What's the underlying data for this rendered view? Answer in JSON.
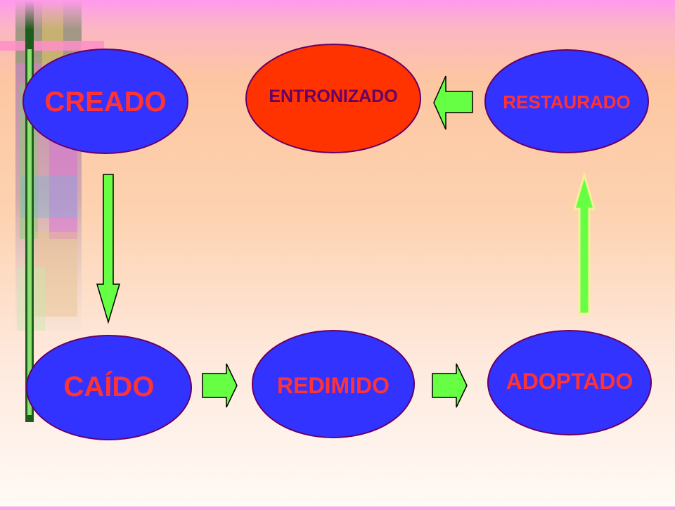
{
  "nodes": {
    "creado": "CREADO",
    "entronizado": "ENTRONIZADO",
    "restaurado": "RESTAURADO",
    "caido": "CAÍDO",
    "redimido": "REDIMIDO",
    "adoptado": "ADOPTADO"
  },
  "colors": {
    "node_blue": "#3333ff",
    "node_highlight": "#ff3300",
    "node_border": "#660066",
    "label_text": "#ff3333",
    "label_text_highlight": "#660066",
    "arrow_fill": "#66ff44",
    "arrow_stroke": "#000000",
    "arrow_up_stroke": "#f3f09a"
  },
  "decoration": {
    "left_strip": "abstract-pattern",
    "top_bar": "pink-gradient"
  }
}
